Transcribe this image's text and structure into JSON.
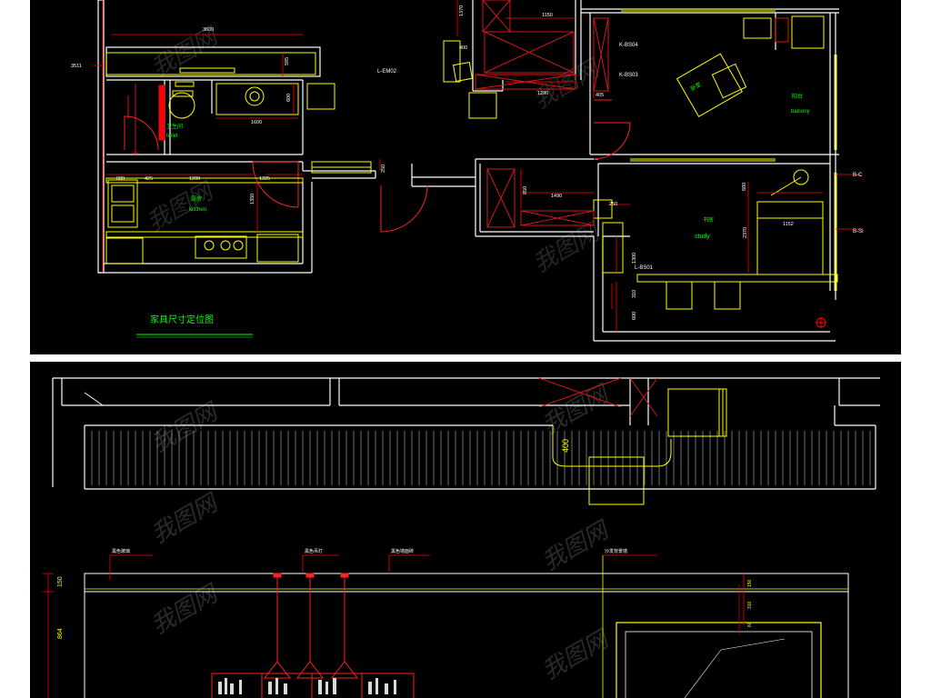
{
  "plan": {
    "title": "家具尺寸定位图",
    "rooms": {
      "toilet_cn": "卫生间",
      "toilet_en": "toilet",
      "kitchen_cn": "厨房",
      "kitchen_en": "kitchen",
      "balcony_cn": "阳台",
      "balcony_en": "balcony",
      "study_cn": "书房",
      "study_en": "study",
      "bedroom_cn": "卧室"
    },
    "tags": {
      "kbs04": "K-BS04",
      "kbs03": "K-BS03",
      "lem02": "L-EM02",
      "lbs01": "L-BS01",
      "bc": "B-C",
      "bsi": "B-SI"
    },
    "dims": {
      "d3600": "3600",
      "d3511": "3511",
      "d595": "595",
      "d600": "600",
      "d1600": "1600",
      "d1370": "1370",
      "d1150": "1150",
      "d400a": "400",
      "d1290": "1290",
      "d405": "405",
      "d680": "680",
      "d425": "425",
      "d1200": "1200",
      "d1325": "1325",
      "d1350": "1350",
      "d250": "250",
      "d850": "850",
      "d1490": "1490",
      "d250b": "250",
      "d2370": "2370",
      "d1152": "1152",
      "d1300": "1300",
      "d310": "310",
      "d600b": "600",
      "d680b": "680"
    }
  },
  "elevation_plan": {
    "dim400": "400"
  },
  "elevation": {
    "dims": {
      "d150": "150",
      "d864": "864",
      "d150b": "150",
      "d310": "310",
      "d60": "60"
    },
    "callouts": [
      "黑色玻璃",
      "黑色吊灯",
      "黑色墙面砖",
      "沙发背景墙"
    ]
  },
  "watermark": "我图网",
  "colors": {
    "wall": "#ffffff",
    "dim": "#ff0000",
    "furniture": "#ffff00",
    "label": "#00ff00",
    "hatch": "#d00000",
    "background": "#000000"
  }
}
